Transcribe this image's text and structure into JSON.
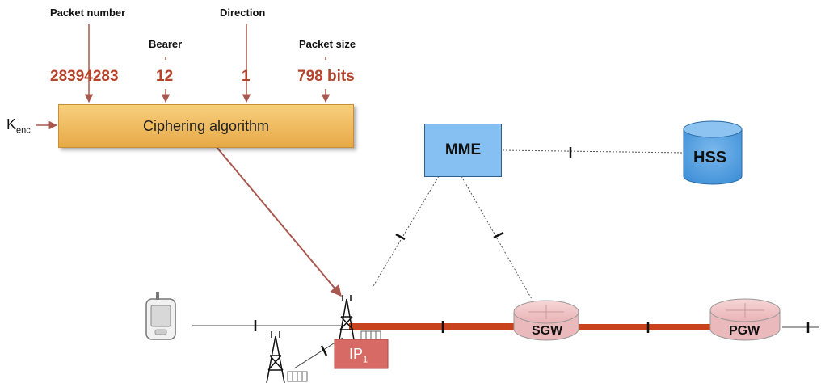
{
  "inputs": {
    "packet_number": {
      "label": "Packet number",
      "value": "28394283"
    },
    "bearer": {
      "label": "Bearer",
      "value": "12"
    },
    "direction": {
      "label": "Direction",
      "value": "1"
    },
    "packet_size": {
      "label": "Packet size",
      "value": "798 bits"
    }
  },
  "cipher_box": {
    "label": "Ciphering algorithm"
  },
  "key": {
    "base": "K",
    "sub": "enc"
  },
  "nodes": {
    "mme": "MME",
    "hss": "HSS",
    "sgw": "SGW",
    "pgw": "PGW",
    "ip": {
      "base": "IP",
      "sub": "1"
    }
  },
  "colors": {
    "value_red": "#b4442b",
    "cipher_fill": "#f0bb5c",
    "mme_fill": "#86bff1",
    "hss_fill": "#4f9fe0",
    "router_fill": "#f2c9cb",
    "bearer_red": "#c8431d",
    "arrow": "#a8584f"
  }
}
